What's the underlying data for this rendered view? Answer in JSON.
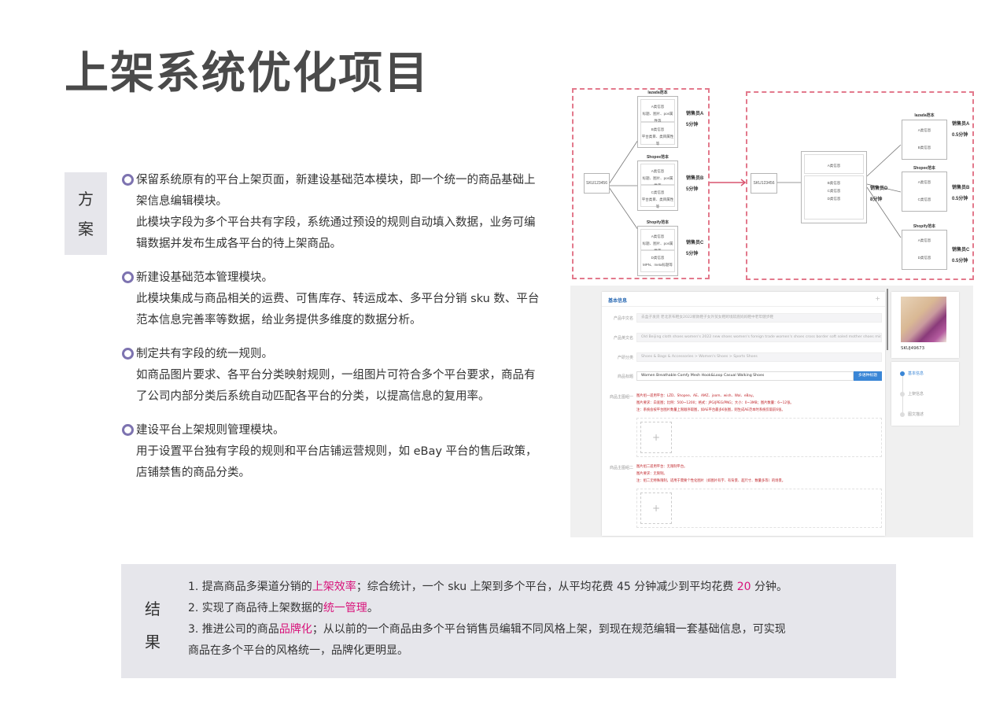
{
  "title": "上架系统优化项目",
  "plan": {
    "tag": [
      "方",
      "案"
    ],
    "items": [
      {
        "head": "保留系统原有的平台上架页面，新建设基础范本模块，即一个统一的商品基础上架信息编辑模块。",
        "body": "此模块字段为多个平台共有字段，系统通过预设的规则自动填入数据，业务可编辑数据并发布生成各平台的待上架商品。"
      },
      {
        "head": "新建设基础范本管理模块。",
        "body": "此模块集成与商品相关的运费、可售库存、转运成本、多平台分销 sku 数、平台范本信息完善率等数据，给业务提供多维度的数据分析。"
      },
      {
        "head": "制定共有字段的统一规则。",
        "body": "如商品图片要求、各平台分类映射规则，一组图片可符合多个平台要求，商品有了公司内部分类后系统自动匹配各平台的分类，以提高信息的复用率。"
      },
      {
        "head": "建设平台上架规则管理模块。",
        "body": "用于设置平台独有字段的规则和平台店铺运营规则，如 eBay 平台的售后政策，店铺禁售的商品分类。"
      }
    ]
  },
  "diagram_before": {
    "sku": "SKU123456",
    "templates": [
      {
        "name": "lazada范本",
        "blocks": [
          [
            "A类信息",
            "标题、图片、pos属性等"
          ],
          [
            "B类信息",
            "平台类目、类目属性等"
          ]
        ],
        "seller": "销售员A",
        "time": "5分钟"
      },
      {
        "name": "Shopee范本",
        "blocks": [
          [
            "A类信息",
            "标题、图片、pos属性等"
          ],
          [
            "C类信息",
            "平台类目、类目属性等"
          ]
        ],
        "seller": "销售员B",
        "time": "5分钟"
      },
      {
        "name": "Shopify范本",
        "blocks": [
          [
            "A类信息",
            "标题、图片、pos属性等"
          ],
          [
            "D类信息",
            "MPN、meta标题等"
          ]
        ],
        "seller": "销售员C",
        "time": "5分钟"
      }
    ]
  },
  "diagram_after": {
    "sku": "SKU123456",
    "base": {
      "top": "A类信息",
      "rest": [
        "B类信息",
        "C类信息",
        "D类信息"
      ]
    },
    "base_seller": "销售员D",
    "base_time": "8分钟",
    "templates": [
      {
        "name": "lazada范本",
        "lines": [
          "A类信息",
          "B类信息"
        ],
        "seller": "销售员A",
        "time": "0.5分钟"
      },
      {
        "name": "Shopee范本",
        "lines": [
          "A类信息",
          "C类信息"
        ],
        "seller": "销售员B",
        "time": "0.5分钟"
      },
      {
        "name": "Shopify范本",
        "lines": [
          "A类信息",
          "D类信息"
        ],
        "seller": "销售员C",
        "time": "0.5分钟"
      }
    ]
  },
  "mock": {
    "section_title": "基本信息",
    "plus": "+",
    "fields": [
      {
        "label": "产品中文名",
        "value": "去盒子发货 老北京布鞋女2022新款鞋子女外贸女鞋跨境软底妈妈鞋中老年健步鞋"
      },
      {
        "label": "产品英文名",
        "value": "Old Beijing cloth shoes women's 2022 new shoes women's foreign trade women's shoes cross border soft soled mother shoes middle"
      },
      {
        "label": "产研分类",
        "value": "Shoes & Bags & Accessories > Women's Shoes > Sports Shoes"
      },
      {
        "label": "商品标题",
        "value": "Women Breathable Comfy Mesh Hook&Loop Casual Walking Shoes",
        "button": "多语种标题"
      }
    ],
    "image_groups": [
      {
        "label": "商品主图组一",
        "notes": [
          "图片组一适用平台：LZD、Shopee、AE、AMZ、joom、wish、Wal、eBay。",
          "图片要求：白底图；比例：500~1200；格式：JPG/JPEG/PNG；大小：0~3MB；图片数量：6~12张。",
          "注：系统会按平台图片数量上限顺序取图，如AE平台最多6张图，则生成AE范本时系统仅取前6张。"
        ]
      },
      {
        "label": "商品主图组二",
        "notes": [
          "图片组二适用平台：无限制平台。",
          "图片要求：无限制。",
          "注：组二无特殊限制，适用于需要个性化图片（如图片有字、有背景、超尺寸、数量多等）的场景。"
        ]
      }
    ],
    "upload_plus": "+",
    "product_sku": "SKUJ49673",
    "steps": [
      {
        "label": "基本信息",
        "active": true
      },
      {
        "label": "上架信息",
        "active": false
      },
      {
        "label": "图文描述",
        "active": false
      }
    ]
  },
  "results": {
    "tag": [
      "结",
      "果"
    ],
    "lines": [
      {
        "pre": "1. 提高商品多渠道分销的",
        "hl": "上架效率",
        "post": "；综合统计，一个 sku 上架到多个平台，从平均花费 45 分钟减少到平均花费 ",
        "hl2": "20",
        "post2": " 分钟。"
      },
      {
        "pre": "2. 实现了商品待上架数据的",
        "hl": "统一管理",
        "post": "。"
      },
      {
        "pre": "3. 推进公司的商品",
        "hl": "品牌化",
        "post": "；从以前的一个商品由多个平台销售员编辑不同风格上架，到现在规范编辑一套基础信息，可实现"
      },
      {
        "pre": "商品在多个平台的风格统一，品牌化更明显。"
      }
    ]
  },
  "colors": {
    "title": "#4a4a4a",
    "bullet": "#7d73b0",
    "highlight": "#d8127a",
    "panel_bg": "#e6e6eb",
    "dash": "#e3798c",
    "accent_blue": "#3a86d6"
  }
}
